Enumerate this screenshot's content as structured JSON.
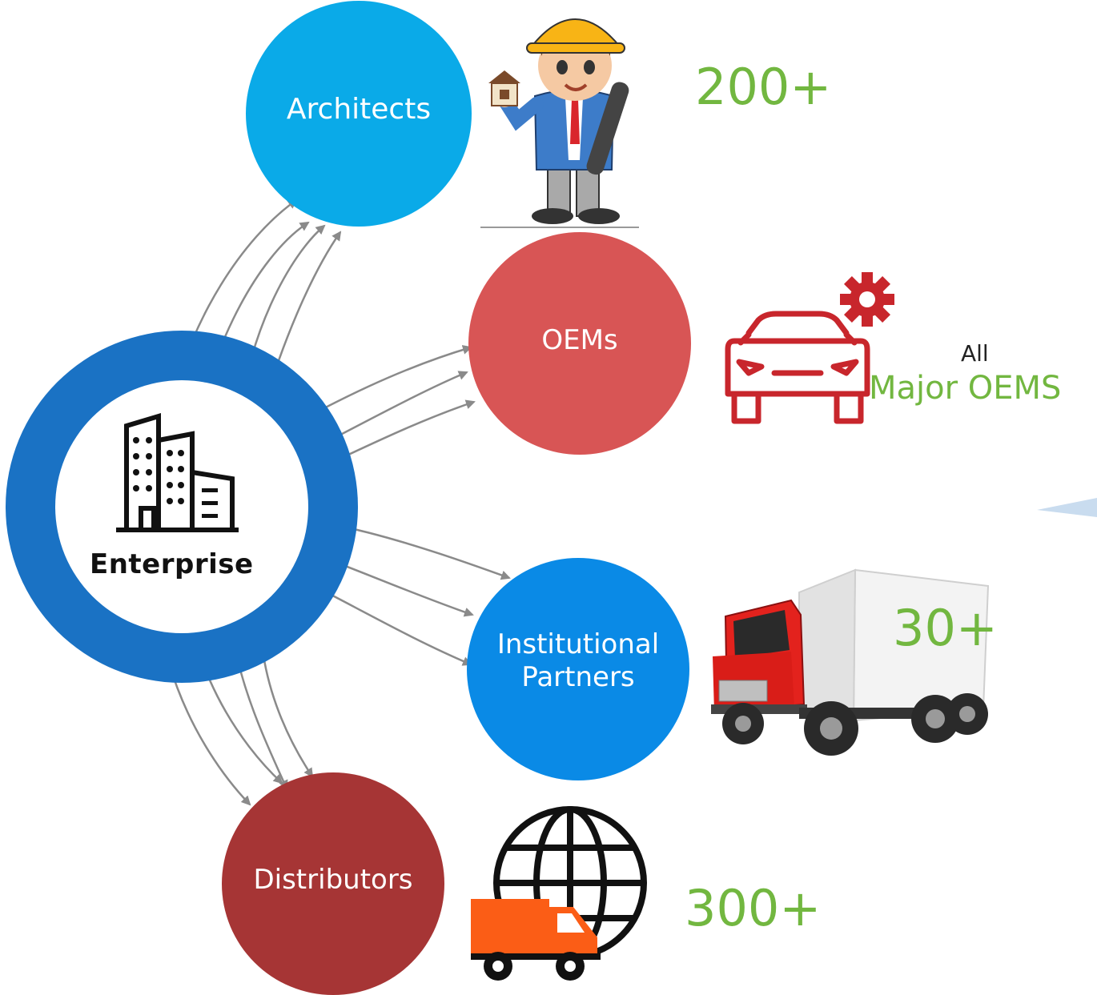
{
  "center": {
    "label": "Enterprise",
    "icon": "building-icon"
  },
  "nodes": {
    "architects": {
      "label": "Architects",
      "color": "#0aaae8",
      "icon": "architect-worker-icon",
      "count": "200+"
    },
    "oems": {
      "label": "OEMs",
      "color": "#d85555",
      "icon": "car-gear-icon",
      "count_prefix": "All",
      "count": "Major OEMS"
    },
    "institutional": {
      "label_line1": "Institutional",
      "label_line2": "Partners",
      "color": "#0a8ae6",
      "icon": "truck-icon",
      "count": "30+"
    },
    "distributors": {
      "label": "Distributors",
      "color": "#a63535",
      "icon": "globe-delivery-icon",
      "count": "300+"
    }
  },
  "colors": {
    "ring": "#1a72c4",
    "count_green": "#72b740",
    "arrow": "#8a8a8a"
  }
}
